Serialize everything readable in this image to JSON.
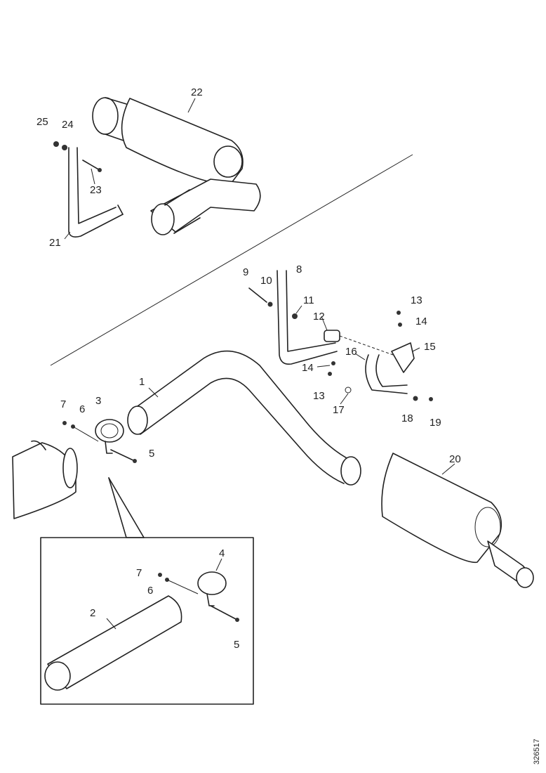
{
  "callouts": [
    {
      "id": "c1",
      "text": "1"
    },
    {
      "id": "c2",
      "text": "2"
    },
    {
      "id": "c3",
      "text": "3"
    },
    {
      "id": "c4",
      "text": "4"
    },
    {
      "id": "c5a",
      "text": "5"
    },
    {
      "id": "c5b",
      "text": "5"
    },
    {
      "id": "c6a",
      "text": "6"
    },
    {
      "id": "c6b",
      "text": "6"
    },
    {
      "id": "c7a",
      "text": "7"
    },
    {
      "id": "c7b",
      "text": "7"
    },
    {
      "id": "c8",
      "text": "8"
    },
    {
      "id": "c9",
      "text": "9"
    },
    {
      "id": "c10",
      "text": "10"
    },
    {
      "id": "c11",
      "text": "11"
    },
    {
      "id": "c12",
      "text": "12"
    },
    {
      "id": "c13a",
      "text": "13"
    },
    {
      "id": "c13b",
      "text": "13"
    },
    {
      "id": "c14a",
      "text": "14"
    },
    {
      "id": "c14b",
      "text": "14"
    },
    {
      "id": "c15",
      "text": "15"
    },
    {
      "id": "c16",
      "text": "16"
    },
    {
      "id": "c17",
      "text": "17"
    },
    {
      "id": "c18",
      "text": "18"
    },
    {
      "id": "c19",
      "text": "19"
    },
    {
      "id": "c20",
      "text": "20"
    },
    {
      "id": "c21",
      "text": "21"
    },
    {
      "id": "c22",
      "text": "22"
    },
    {
      "id": "c23",
      "text": "23"
    },
    {
      "id": "c24",
      "text": "24"
    },
    {
      "id": "c25",
      "text": "25"
    }
  ],
  "figure_code": "326517"
}
